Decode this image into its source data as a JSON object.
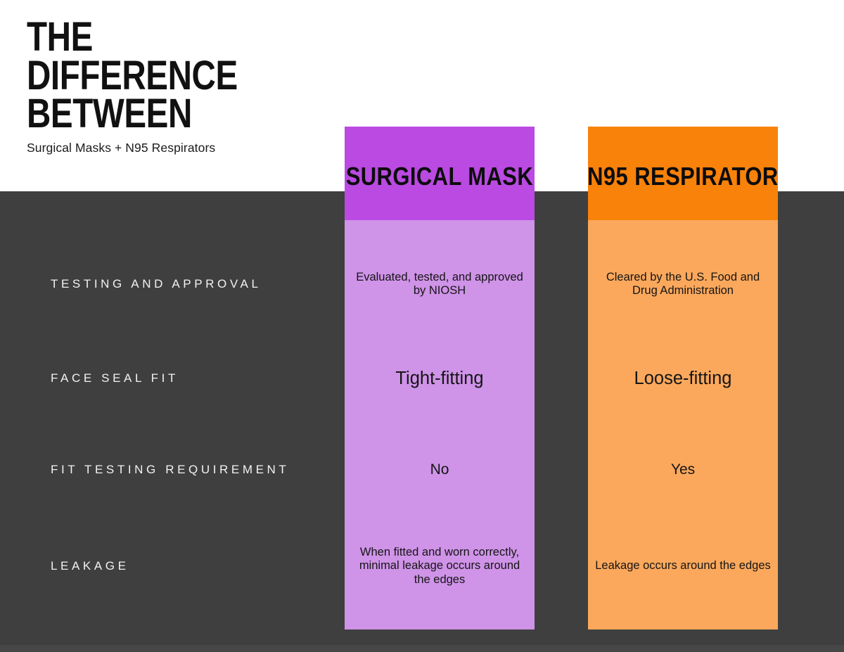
{
  "header": {
    "title_lines": [
      "THE",
      "DIFFERENCE",
      "BETWEEN"
    ],
    "subtitle": "Surgical Masks + N95 Respirators"
  },
  "columns": [
    {
      "key": "surgical",
      "label": "SURGICAL MASK",
      "header_color": "#ba4ae2",
      "body_color": "#cf93e8"
    },
    {
      "key": "n95",
      "label": "N95 RESPIRATOR",
      "header_color": "#f9820a",
      "body_color": "#fba85c"
    }
  ],
  "rows": [
    {
      "label": "TESTING AND APPROVAL",
      "surgical": "Evaluated, tested, and approved by NIOSH",
      "n95": "Cleared by the U.S. Food and Drug Administration"
    },
    {
      "label": "FACE SEAL FIT",
      "surgical": "Tight-fitting",
      "n95": "Loose-fitting"
    },
    {
      "label": "FIT TESTING REQUIREMENT",
      "surgical": "No",
      "n95": "Yes"
    },
    {
      "label": "LEAKAGE",
      "surgical": "When fitted and worn correctly, minimal leakage occurs around the edges",
      "n95": "Leakage occurs around the edges"
    }
  ],
  "theme": {
    "background": "#ffffff",
    "panel": "#3f3f3f",
    "label_color": "#f2f2f2",
    "text_color": "#151515"
  }
}
